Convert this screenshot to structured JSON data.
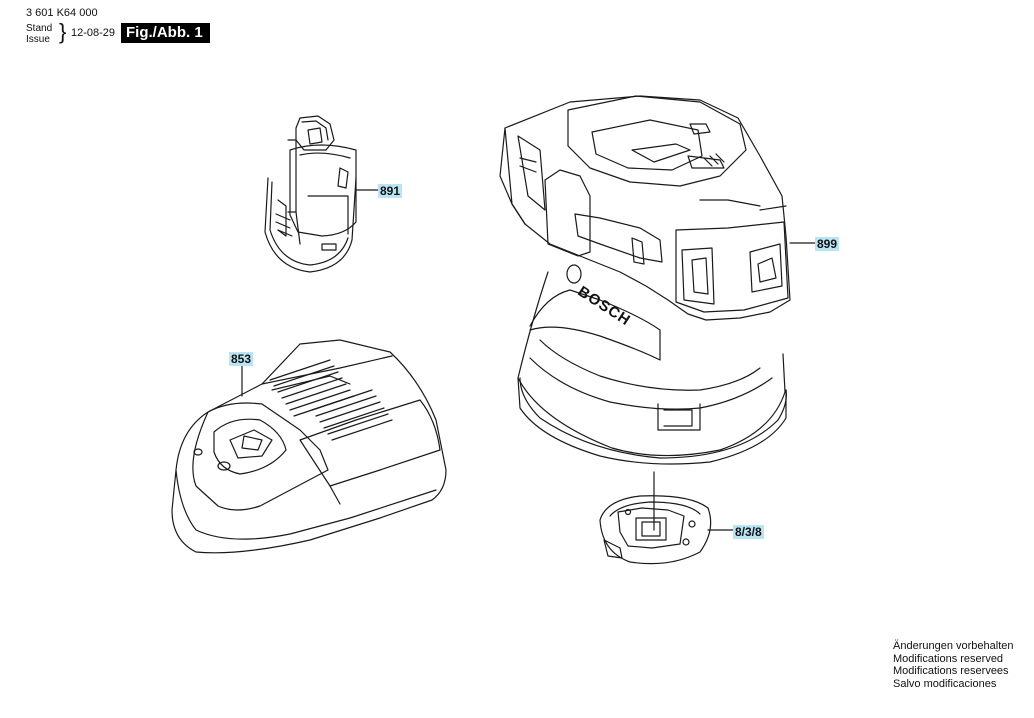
{
  "header": {
    "doc_number": "3 601 K64 000",
    "stand_label": "Stand",
    "issue_label": "Issue",
    "brace": "}",
    "issue_date": "12-08-29",
    "figure_label": "Fig./Abb. 1"
  },
  "parts": {
    "battery": {
      "callout": "891"
    },
    "charger": {
      "callout": "853"
    },
    "laser_level": {
      "callout": "899",
      "brand": "BOSCH"
    },
    "wall_mount": {
      "callout": "8/3/8"
    }
  },
  "notice": {
    "de": "Änderungen vorbehalten",
    "en": "Modifications reserved",
    "fr": "Modifications reservees",
    "es": "Salvo modificaciones"
  },
  "colors": {
    "callout_bg": "#b8e4f4",
    "figure_label_bg": "#000000",
    "line": "#1a1a1a"
  }
}
